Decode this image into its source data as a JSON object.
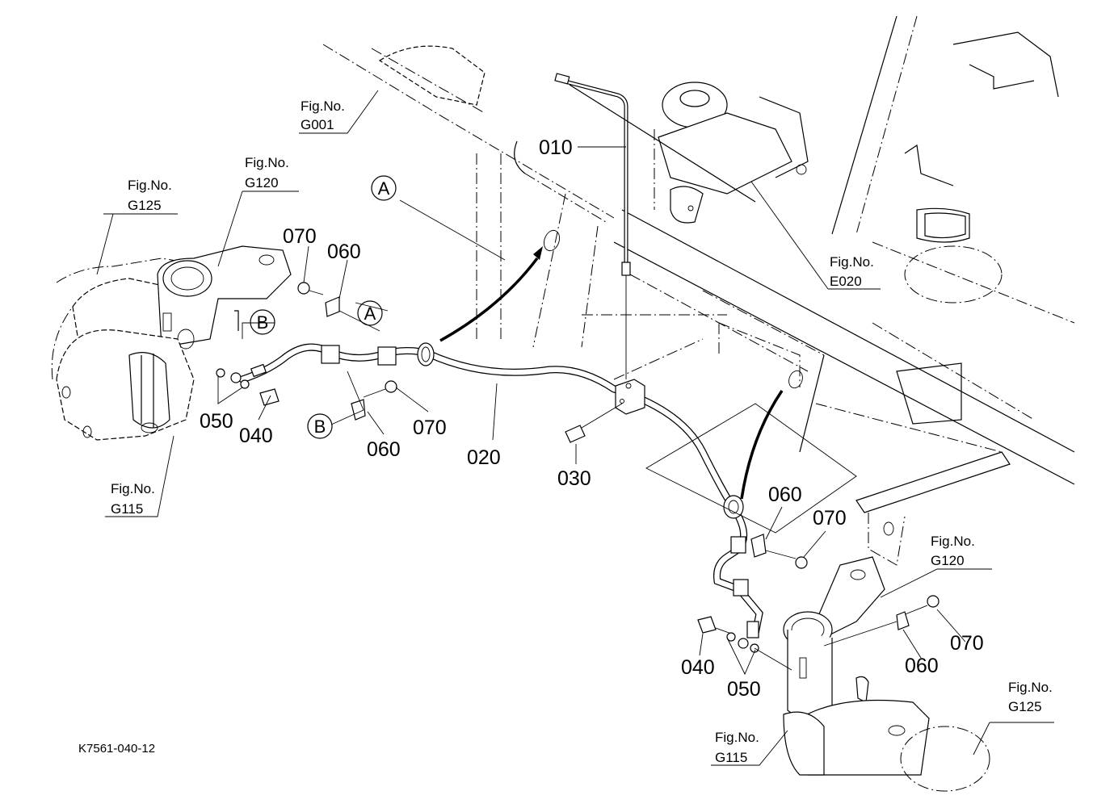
{
  "diagram": {
    "type": "exploded parts diagram",
    "drawing_code": "K7561-040-12",
    "figure_references": [
      {
        "prefix": "Fig.No.",
        "code": "G001"
      },
      {
        "prefix": "Fig.No.",
        "code": "G125"
      },
      {
        "prefix": "Fig.No.",
        "code": "G120"
      },
      {
        "prefix": "Fig.No.",
        "code": "E020"
      },
      {
        "prefix": "Fig.No.",
        "code": "G115"
      },
      {
        "prefix": "Fig.No.",
        "code": "G120"
      },
      {
        "prefix": "Fig.No.",
        "code": "G115"
      },
      {
        "prefix": "Fig.No.",
        "code": "G125"
      }
    ],
    "part_callouts": {
      "p010": "010",
      "p020": "020",
      "p030": "030",
      "p040_left": "040",
      "p050_left": "050",
      "p060_top": "060",
      "p070_top": "070",
      "p060_mid": "060",
      "p070_mid": "070",
      "p060_right_top": "060",
      "p070_right_top": "070",
      "p060_right_bot": "060",
      "p070_right_bot": "070",
      "p040_right": "040",
      "p050_right": "050"
    },
    "reference_markers": {
      "a_main": "A",
      "a_clip": "A",
      "b_steer": "B",
      "b_clip": "B"
    }
  }
}
